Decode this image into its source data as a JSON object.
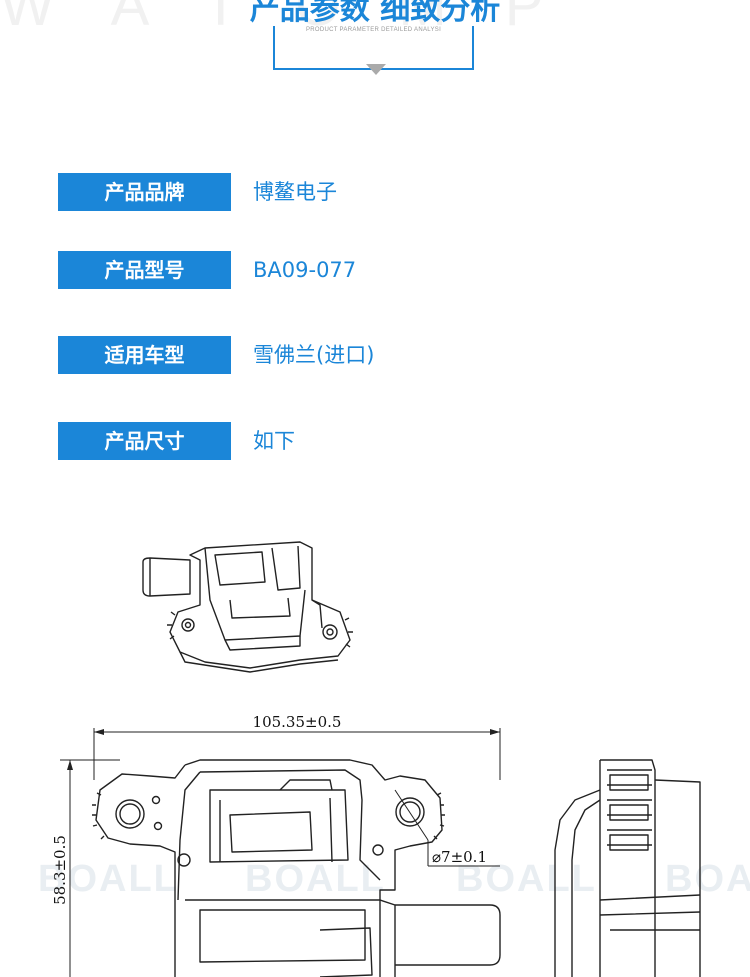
{
  "header": {
    "background_letters": "WATOMP",
    "title": "产品参数 细致分析",
    "subtitle": "PRODUCT PARAMETER DETAILED ANALYSI"
  },
  "specs": [
    {
      "label": "产品品牌",
      "value": "博鳌电子"
    },
    {
      "label": "产品型号",
      "value": "BA09-077"
    },
    {
      "label": "适用车型",
      "value": "雪佛兰(进口)"
    },
    {
      "label": "产品尺寸",
      "value": "如下"
    }
  ],
  "drawing": {
    "width_dim": "105.35±0.5",
    "height_dim": "58.3±0.5",
    "hole_dim": "⌀7±0.1"
  },
  "watermark": "BOALL",
  "colors": {
    "accent": "#1b86d8",
    "label_text": "#ffffff"
  }
}
